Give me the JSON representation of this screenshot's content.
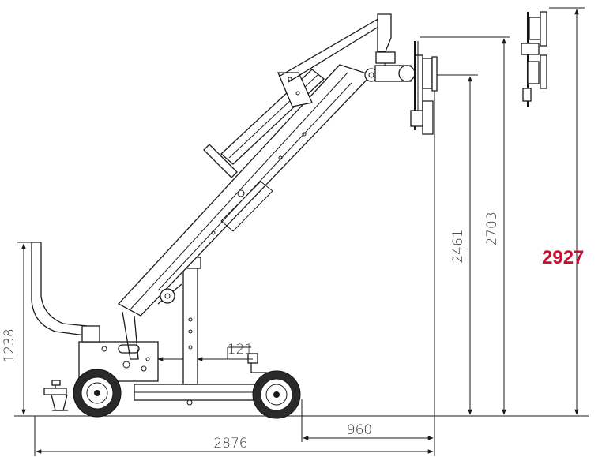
{
  "dimensions": {
    "handle_height": "1238",
    "offset": "121",
    "reach_height_1": "2461",
    "reach_height_2": "2703",
    "max_height": "2927",
    "overall_length": "2876",
    "front_overhang": "960"
  },
  "colors": {
    "line": "#1a1a1a",
    "highlight": "#c8102e",
    "tire": "#2a2a2a"
  }
}
